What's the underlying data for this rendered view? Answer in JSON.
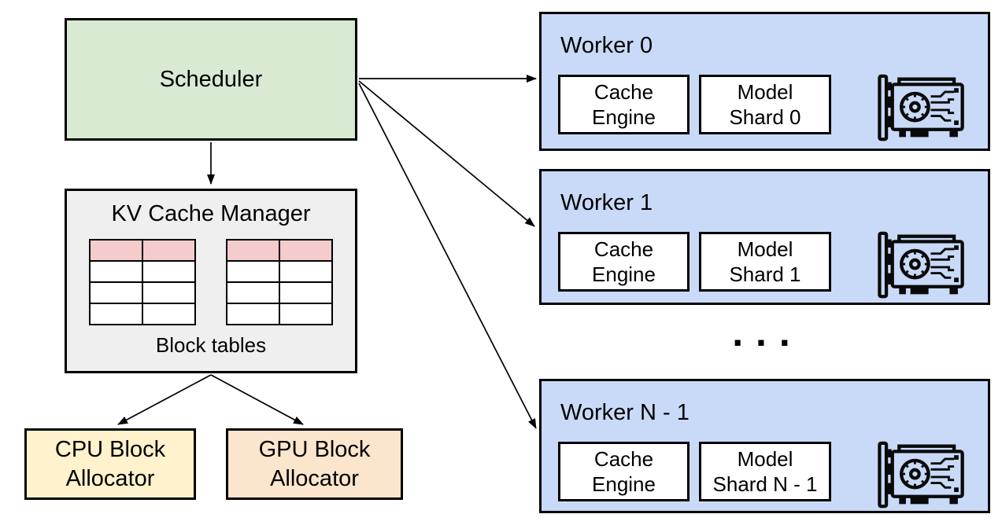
{
  "scheduler": {
    "label": "Scheduler"
  },
  "kv_cache_manager": {
    "title": "KV Cache Manager",
    "caption": "Block tables",
    "tables": [
      {
        "rows": 4,
        "cols": 2,
        "header_row_highlighted": true
      },
      {
        "rows": 4,
        "cols": 2,
        "header_row_highlighted": true
      }
    ]
  },
  "cpu_allocator": {
    "line1": "CPU Block",
    "line2": "Allocator"
  },
  "gpu_allocator": {
    "line1": "GPU Block",
    "line2": "Allocator"
  },
  "workers": [
    {
      "title": "Worker 0",
      "cache_engine_line1": "Cache",
      "cache_engine_line2": "Engine",
      "model_shard_line1": "Model",
      "model_shard_line2": "Shard 0"
    },
    {
      "title": "Worker 1",
      "cache_engine_line1": "Cache",
      "cache_engine_line2": "Engine",
      "model_shard_line1": "Model",
      "model_shard_line2": "Shard 1"
    },
    {
      "title": "Worker N - 1",
      "cache_engine_line1": "Cache",
      "cache_engine_line2": "Engine",
      "model_shard_line1": "Model",
      "model_shard_line2": "Shard N - 1"
    }
  ],
  "ellipsis": ". . .",
  "icons": {
    "worker_icon": "gpu-card-icon"
  },
  "colors": {
    "scheduler_fill": "#d9ead3",
    "kv_manager_fill": "#efefef",
    "table_header_fill": "#f4cccc",
    "table_cell_fill": "#ffffff",
    "cpu_allocator_fill": "#fff2cc",
    "gpu_allocator_fill": "#fce5cd",
    "worker_fill": "#c9daf8",
    "inner_box_fill": "#ffffff",
    "line_color": "#000000"
  },
  "connections": [
    {
      "from": "scheduler",
      "to": "kv-cache-manager"
    },
    {
      "from": "scheduler",
      "to": "worker-0"
    },
    {
      "from": "scheduler",
      "to": "worker-1"
    },
    {
      "from": "scheduler",
      "to": "worker-n-1"
    },
    {
      "from": "kv-cache-manager",
      "to": "cpu-block-allocator"
    },
    {
      "from": "kv-cache-manager",
      "to": "gpu-block-allocator"
    }
  ]
}
